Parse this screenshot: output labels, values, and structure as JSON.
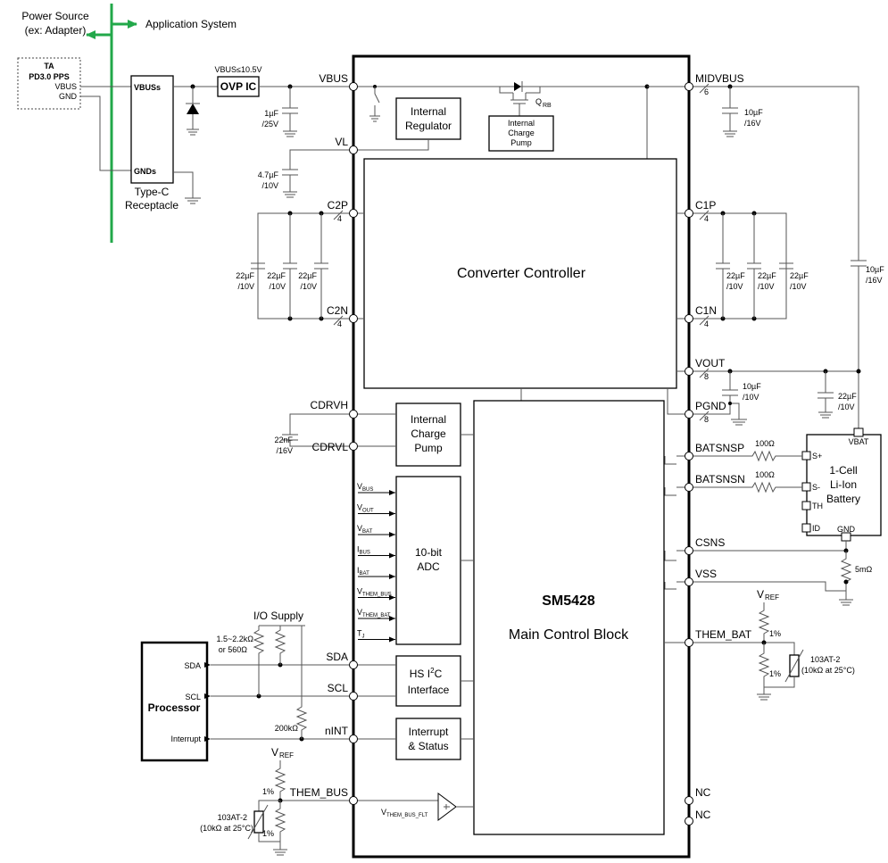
{
  "colors": {
    "bus_green": "#22a84a",
    "wire": "#555555",
    "ink": "#000000"
  },
  "top": {
    "power_source": "Power Source",
    "adapter": "(ex: Adapter)",
    "application_system": "Application System"
  },
  "ta": {
    "title": "TA",
    "subtitle": "PD3.0 PPS",
    "vbus": "VBUS",
    "gnd": "GND"
  },
  "receptacle": {
    "vbuss": "VBUSs",
    "gnds": "GNDs",
    "name1": "Type-C",
    "name2": "Receptacle"
  },
  "ovp": {
    "label": "OVP IC",
    "spec": "VBUS≤10.5V"
  },
  "caps": {
    "vbus_cap": [
      "1µF",
      "/25V"
    ],
    "vl_cap": [
      "4.7µF",
      "/10V"
    ],
    "c2_cap": [
      "22µF",
      "/10V"
    ],
    "c1_cap": [
      "22µF",
      "/10V"
    ],
    "mid_cap": [
      "10µF",
      "/16V"
    ],
    "vbat_cap": [
      "10µF",
      "/16V"
    ],
    "vout_cap1": [
      "10µF",
      "/10V"
    ],
    "vout_cap2": [
      "22µF",
      "/10V"
    ],
    "cdrv_cap": [
      "22nF",
      "/16V"
    ]
  },
  "pins_left": {
    "vbus": "VBUS",
    "vl": "VL",
    "c2p": "C2P",
    "c2n": "C2N",
    "cdrvh": "CDRVH",
    "cdrvl": "CDRVL",
    "sda": "SDA",
    "scl": "SCL",
    "nint": "nINT",
    "them_bus": "THEM_BUS",
    "num4": "4"
  },
  "pins_right": {
    "midvbus": "MIDVBUS",
    "c1p": "C1P",
    "c1n": "C1N",
    "vout": "VOUT",
    "pgnd": "PGND",
    "batsnsp": "BATSNSP",
    "batsnsn": "BATSNSN",
    "csns": "CSNS",
    "vss": "VSS",
    "them_bat": "THEM_BAT",
    "nc1": "NC",
    "nc2": "NC",
    "num6": "6",
    "num8": "8",
    "num4": "4"
  },
  "blocks": {
    "internal_regulator": [
      "Internal",
      "Regulator"
    ],
    "top_pump": [
      "Internal",
      "Charge",
      "Pump"
    ],
    "qrb": "Q",
    "qrb_sub": "RB",
    "converter": "Converter Controller",
    "charge_pump": [
      "Internal",
      "Charge",
      "Pump"
    ],
    "adc": [
      "10-bit",
      "ADC"
    ],
    "i2c": [
      "HS I",
      "2",
      "C",
      "Interface"
    ],
    "interrupt": [
      "Interrupt",
      "& Status"
    ],
    "chip_name": "SM5428",
    "main_block": "Main Control Block"
  },
  "adc_inputs": [
    [
      "V",
      "BUS"
    ],
    [
      "V",
      "OUT"
    ],
    [
      "V",
      "BAT"
    ],
    [
      "I",
      "BUS"
    ],
    [
      "I",
      "BAT"
    ],
    [
      "V",
      "THEM_BUS"
    ],
    [
      "V",
      "THEM_BAT"
    ],
    [
      "T",
      "J"
    ]
  ],
  "comparator": [
    "V",
    "THEM_BUS_FLT"
  ],
  "battery": {
    "name": [
      "1-Cell",
      "Li-Ion",
      "Battery"
    ],
    "vbat": "VBAT",
    "splus": "S+",
    "sminus": "S-",
    "th": "TH",
    "id": "ID",
    "gnd": "GND"
  },
  "resistors": {
    "sense": "100Ω",
    "sense2": "100Ω",
    "shunt": "5mΩ",
    "pullup": "200kΩ",
    "i2c_pullup": [
      "1.5~2.2kΩ",
      "or 560Ω"
    ],
    "pct": "1%",
    "ntc": [
      "103AT-2",
      "(10kΩ at 25°C)"
    ]
  },
  "vref": [
    "V",
    "REF"
  ],
  "io_supply": "I/O Supply",
  "processor": {
    "name": "Processor",
    "sda": "SDA",
    "scl": "SCL",
    "interrupt": "Interrupt"
  }
}
